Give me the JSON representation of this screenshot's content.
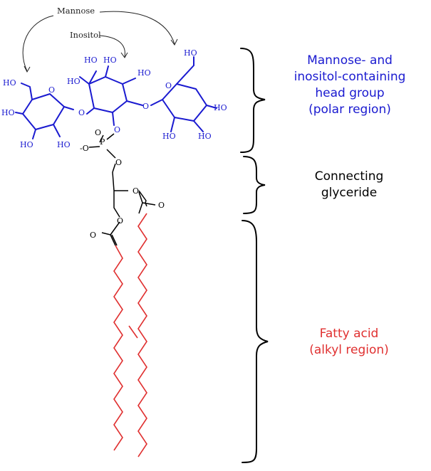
{
  "colors": {
    "head_group": "#1a1ad0",
    "glyceride": "#000000",
    "fatty_acid": "#e03030",
    "arrows": "#222222"
  },
  "arrow_labels": {
    "mannose": "Mannose",
    "inositol": "Inositol"
  },
  "atoms": {
    "hydroxyl": "HO",
    "oxygen": "O",
    "phosphorus": "P",
    "phosphate_oxygen_anion": "-O"
  },
  "regions": {
    "head_group": {
      "lines": [
        "Mannose- and",
        "inositol-containing",
        "head group",
        "(polar region)"
      ]
    },
    "glyceride": {
      "lines": [
        "Connecting",
        "glyceride"
      ]
    },
    "fatty_acid": {
      "lines": [
        "Fatty acid",
        "(alkyl region)"
      ]
    }
  }
}
